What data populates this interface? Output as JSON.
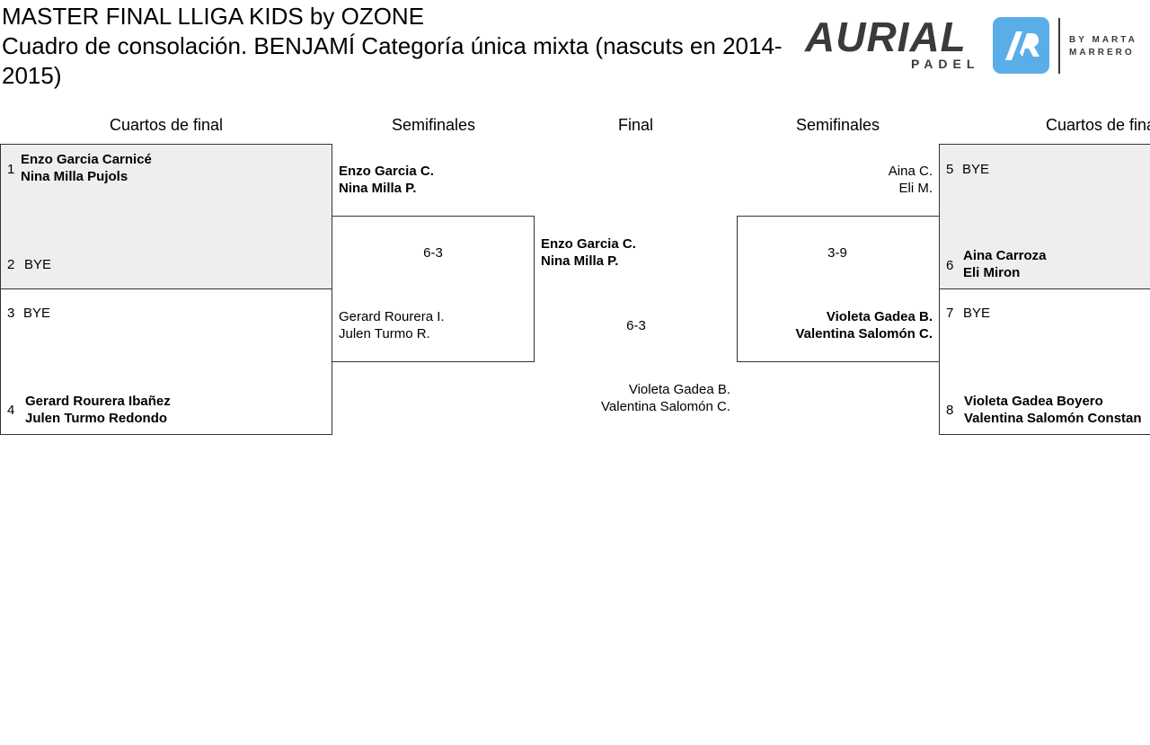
{
  "header": {
    "line1": "MASTER FINAL LLIGA KIDS by OZONE",
    "line2": "Cuadro de consolación. BENJAMÍ Categoría única mixta (nascuts en 2014-2015)"
  },
  "logo": {
    "brand": "AURIAL",
    "sub": "PADEL",
    "by_line1": "BY MARTA",
    "by_line2": "MARRERO",
    "badge_color": "#5aaee8"
  },
  "rounds": {
    "left_qf": "Cuartos de final",
    "left_sf": "Semifinales",
    "final": "Final",
    "right_sf": "Semifinales",
    "right_qf": "Cuartos de final"
  },
  "left_qf": {
    "s1": "1",
    "s1_p1": "Enzo Garcia Carnicé",
    "s1_p2": "Nina Milla Pujols",
    "s2": "2",
    "s2_p1": "BYE",
    "s3": "3",
    "s3_p1": "BYE",
    "s4": "4",
    "s4_p1": "Gerard Rourera Ibañez",
    "s4_p2": "Julen Turmo Redondo"
  },
  "left_sf": {
    "top_p1": "Enzo Garcia C.",
    "top_p2": "Nina Milla P.",
    "score": "6-3",
    "bot_p1": "Gerard Rourera I.",
    "bot_p2": "Julen Turmo R."
  },
  "final": {
    "top_p1": "Enzo Garcia C.",
    "top_p2": "Nina Milla P.",
    "score": "6-3",
    "bot_p1": "Violeta Gadea B.",
    "bot_p2": "Valentina Salomón C."
  },
  "right_sf": {
    "top_p1": "Aina C.",
    "top_p2": "Eli M.",
    "score": "3-9",
    "bot_p1": "Violeta Gadea B.",
    "bot_p2": "Valentina Salomón C."
  },
  "right_qf": {
    "s5": "5",
    "s5_p1": "BYE",
    "s6": "6",
    "s6_p1": "Aina Carroza",
    "s6_p2": "Eli Miron",
    "s7": "7",
    "s7_p1": "BYE",
    "s8": "8",
    "s8_p1": "Violeta Gadea Boyero",
    "s8_p2": "Valentina Salomón Constan"
  }
}
